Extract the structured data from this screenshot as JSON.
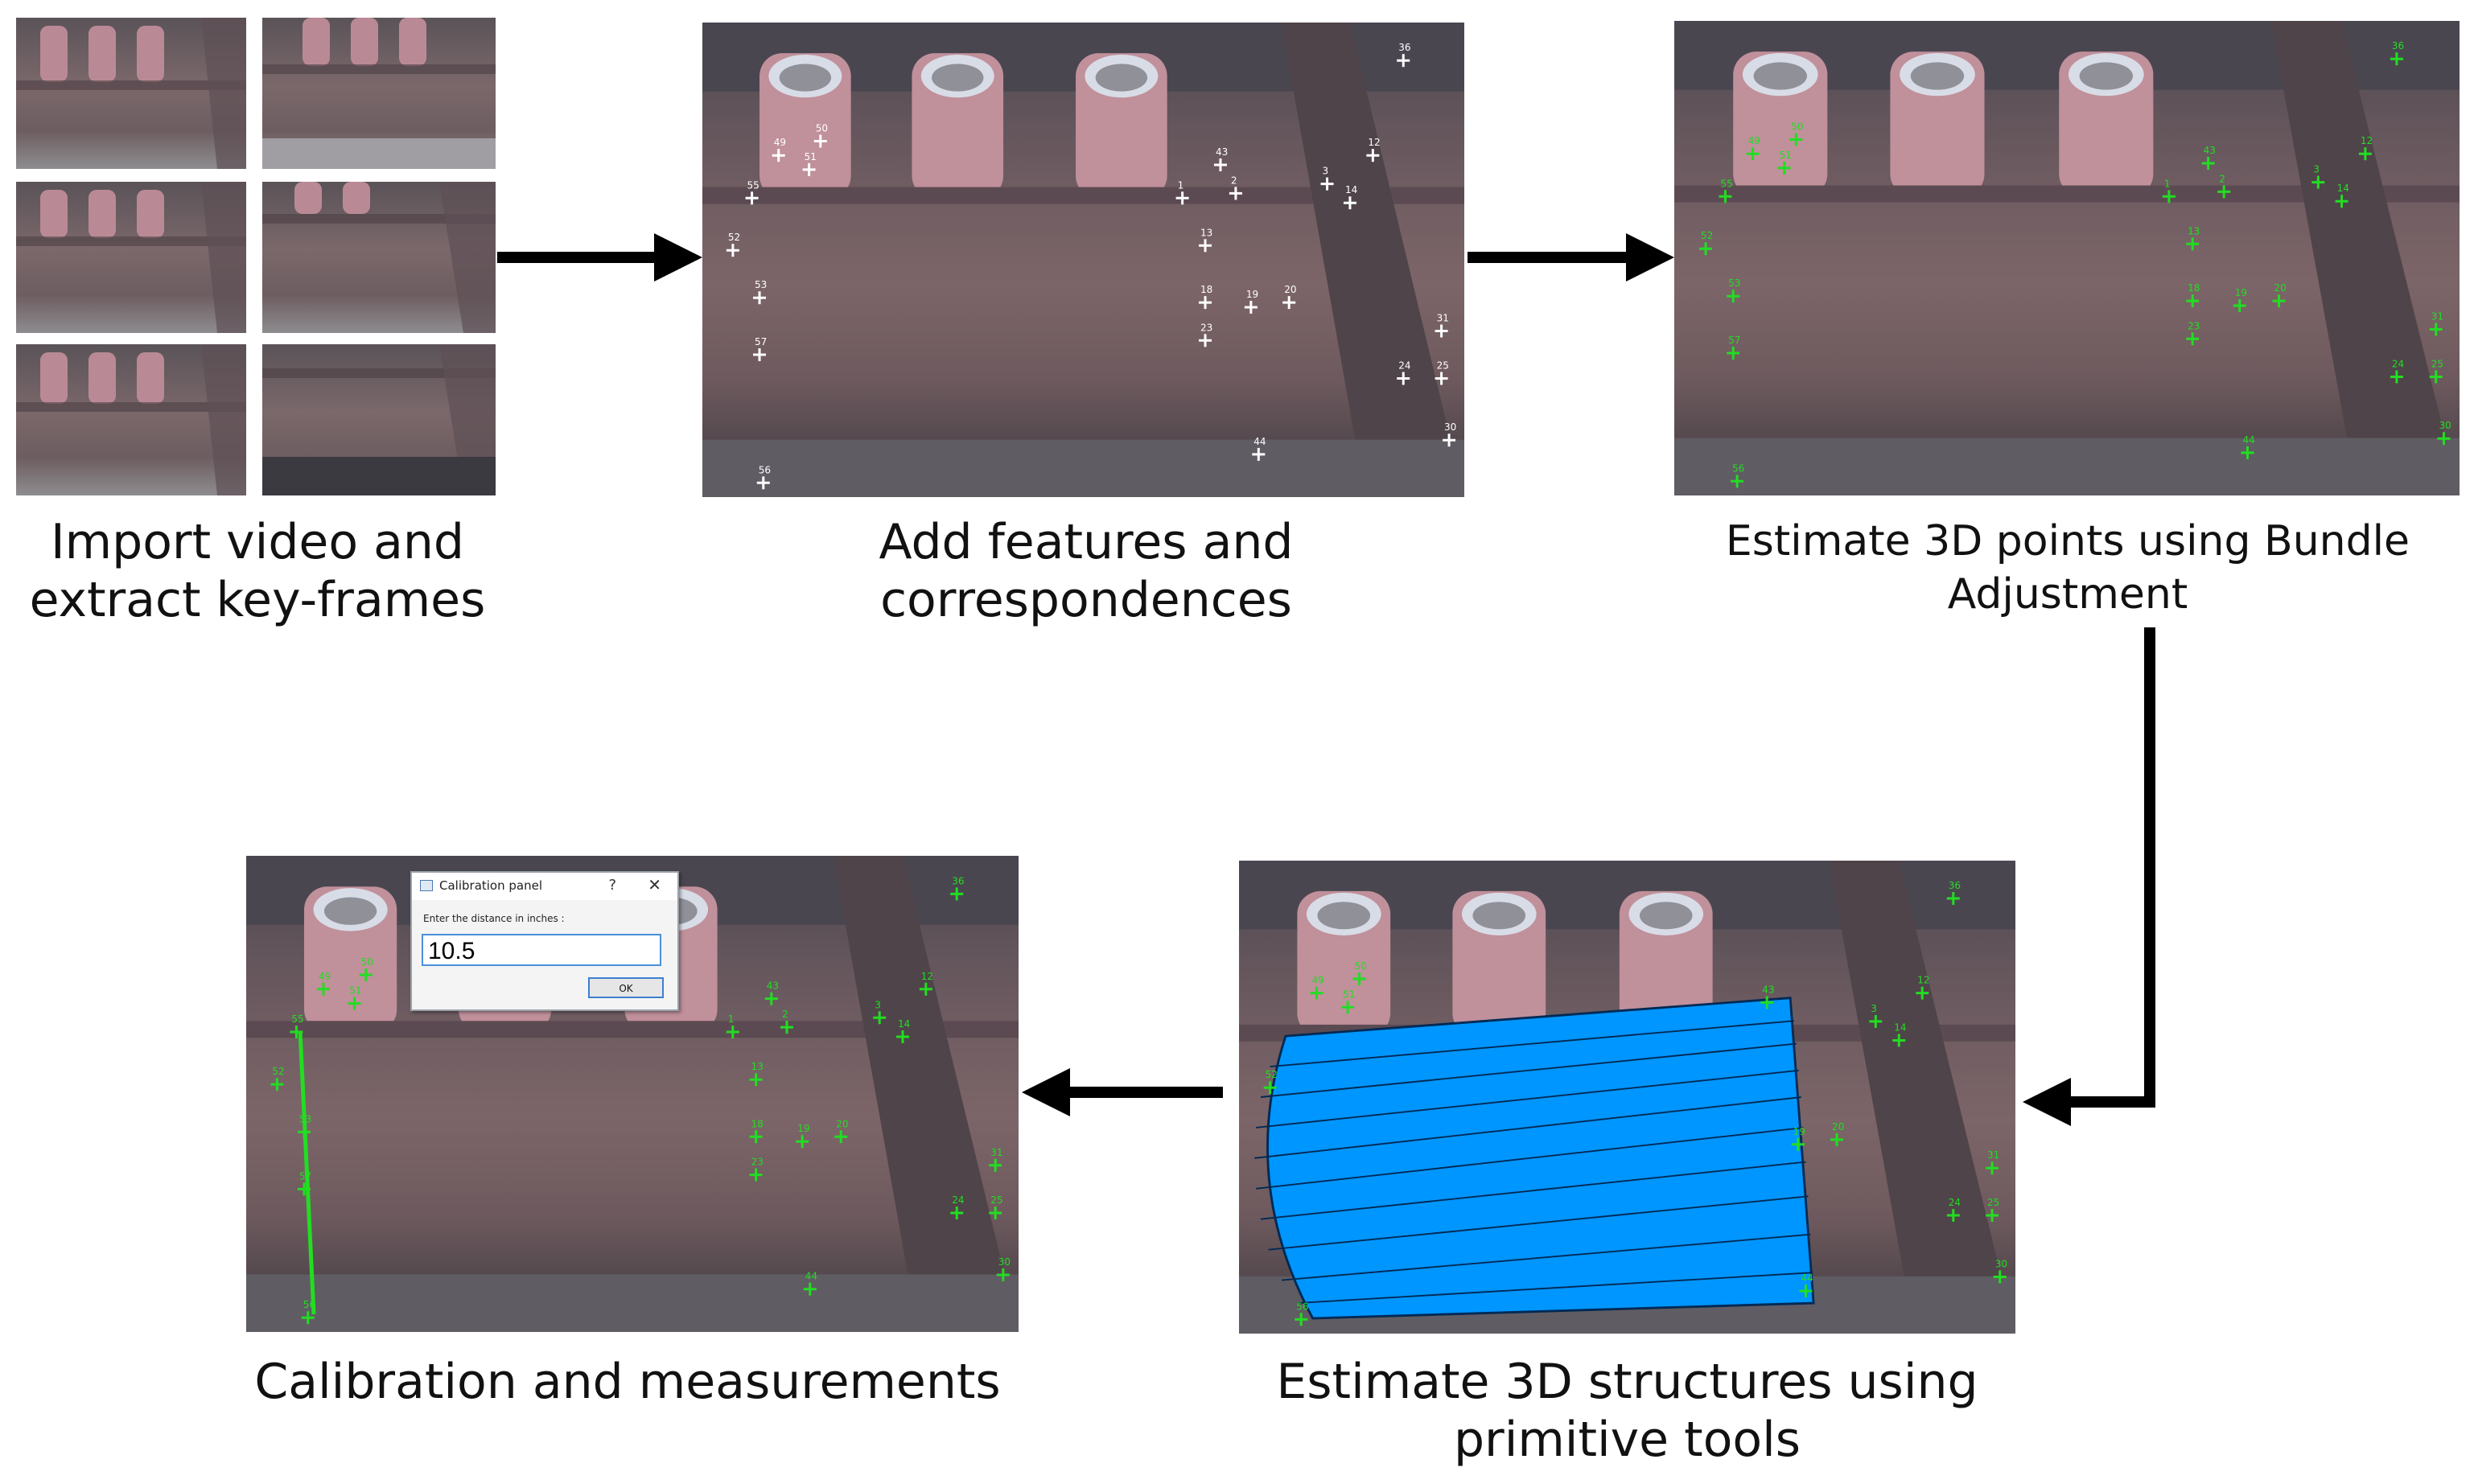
{
  "steps": {
    "import": {
      "line1": "Import video and",
      "line2": "extract key-frames"
    },
    "features": {
      "line1": "Add features and",
      "line2": "correspondences"
    },
    "bundle": {
      "line1": "Estimate 3D points using Bundle",
      "line2": "Adjustment"
    },
    "structures": {
      "line1": "Estimate 3D structures using",
      "line2": "primitive tools"
    },
    "calibration": {
      "line1": "Calibration and measurements"
    }
  },
  "dialog": {
    "title": "Calibration panel",
    "help": "?",
    "close": "✕",
    "prompt": "Enter the distance in inches :",
    "value": "10.5",
    "ok": "OK"
  },
  "feature_points": {
    "features": [
      {
        "id": "49"
      },
      {
        "id": "50"
      },
      {
        "id": "51"
      },
      {
        "id": "55"
      },
      {
        "id": "52"
      },
      {
        "id": "53"
      },
      {
        "id": "57"
      },
      {
        "id": "56"
      },
      {
        "id": "43"
      },
      {
        "id": "1"
      },
      {
        "id": "2"
      },
      {
        "id": "3"
      },
      {
        "id": "13"
      },
      {
        "id": "18"
      },
      {
        "id": "19"
      },
      {
        "id": "20"
      },
      {
        "id": "23"
      },
      {
        "id": "44"
      },
      {
        "id": "12"
      },
      {
        "id": "14"
      },
      {
        "id": "36"
      },
      {
        "id": "31"
      },
      {
        "id": "24"
      },
      {
        "id": "25"
      },
      {
        "id": "30"
      }
    ]
  },
  "colors": {
    "feature_marker": "#ffffff",
    "estimated_marker": "#22dd22",
    "cylinder_fill": "#0096ff",
    "measure_line": "#22dd22",
    "arrow": "#000000"
  }
}
